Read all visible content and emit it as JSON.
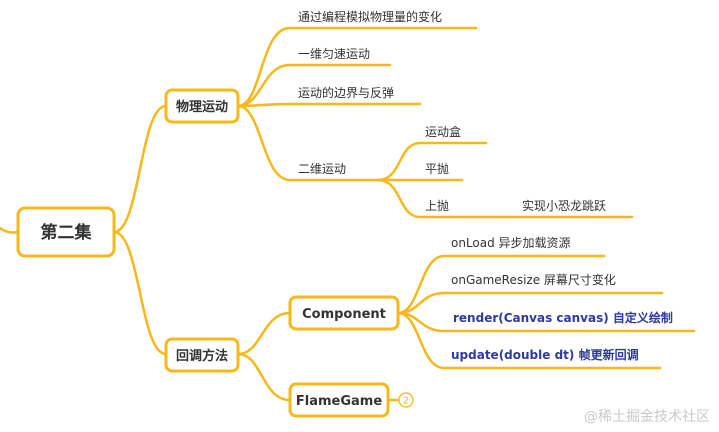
{
  "root": {
    "label": "第二集"
  },
  "physics": {
    "label": "物理运动",
    "items": [
      "通过编程模拟物理量的变化",
      "一维匀速运动",
      "运动的边界与反弹"
    ],
    "two_d": {
      "label": "二维运动",
      "items": [
        "运动盒",
        "平抛",
        "上抛"
      ],
      "toss_child": "实现小恐龙跳跃"
    }
  },
  "callbacks": {
    "label": "回调方法",
    "component": {
      "label": "Component",
      "items": [
        {
          "text": "onLoad 异步加载资源",
          "emphasis": false
        },
        {
          "text": "onGameResize 屏幕尺寸变化",
          "emphasis": false
        },
        {
          "text": "render(Canvas canvas) 自定义绘制",
          "emphasis": true
        },
        {
          "text": "update(double dt) 帧更新回调",
          "emphasis": true
        }
      ]
    },
    "flame_game": {
      "label": "FlameGame",
      "badge": "2"
    }
  },
  "watermark": "@稀土掘金技术社区",
  "colors": {
    "branch": "#F6B81A",
    "emphasis_text": "#2E3A9E",
    "text": "#333333",
    "watermark": "#C9C9C9"
  }
}
